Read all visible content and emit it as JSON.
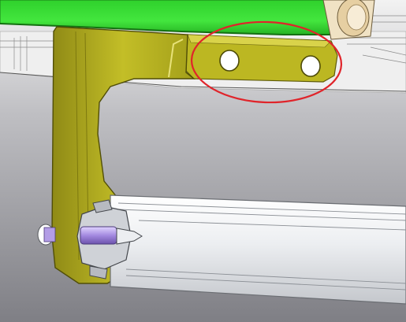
{
  "scene": {
    "kind": "cad-3d-viewport",
    "subject": "mounting-bracket-with-slotted-holes",
    "annotation": "red-ellipse-highlight",
    "colors": {
      "background_top": "#ececec",
      "background_bottom": "#8c8c90",
      "upper_part": "#3ee23a",
      "bracket": "#b9b41e",
      "bracket_dark": "#6f6a0c",
      "extrusion": "#f1f2f4",
      "extrusion_shade": "#c9cbd0",
      "pin": "#a98ee0",
      "highlight": "#e0242a"
    }
  }
}
